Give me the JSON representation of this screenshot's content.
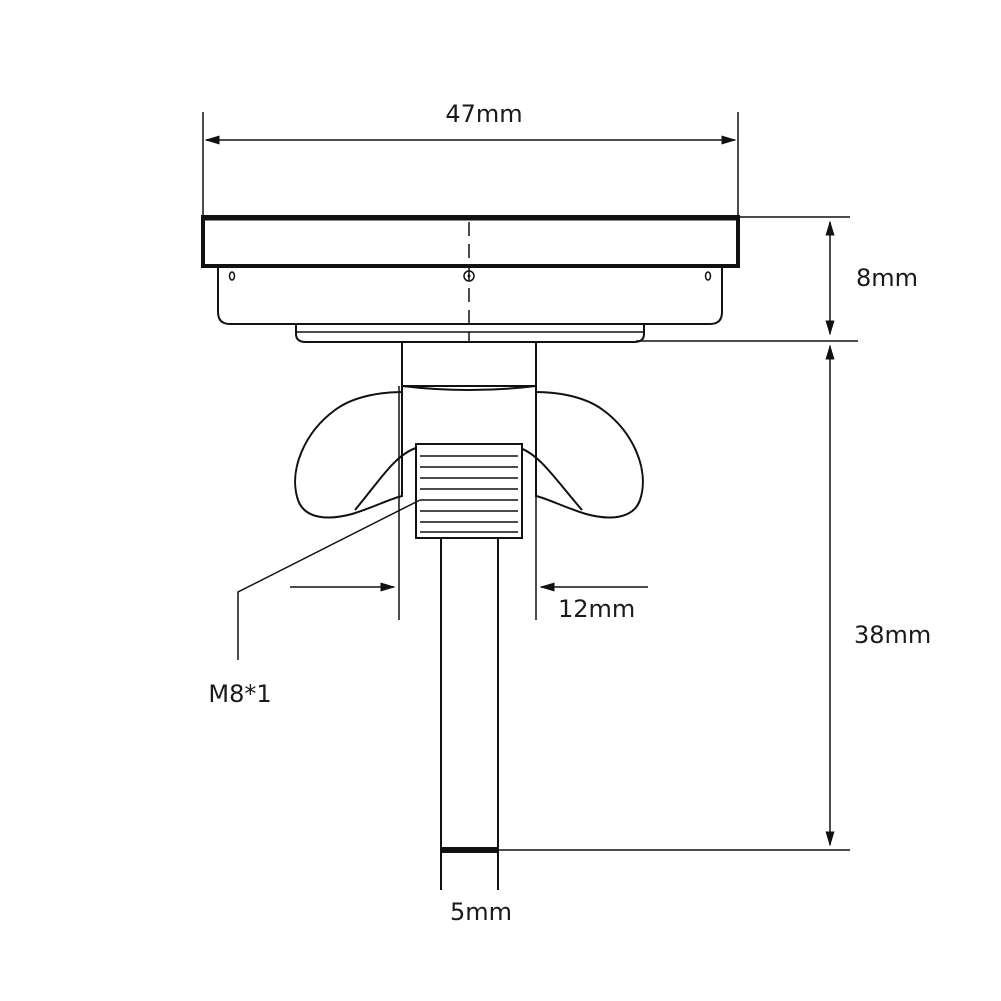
{
  "dimensions": {
    "top_width": "47mm",
    "cap_height": "8mm",
    "stem_length": "38mm",
    "nut_width": "12mm",
    "thread": "M8*1",
    "rod_diameter": "5mm"
  },
  "colors": {
    "stroke": "#111111",
    "background": "#ffffff"
  }
}
